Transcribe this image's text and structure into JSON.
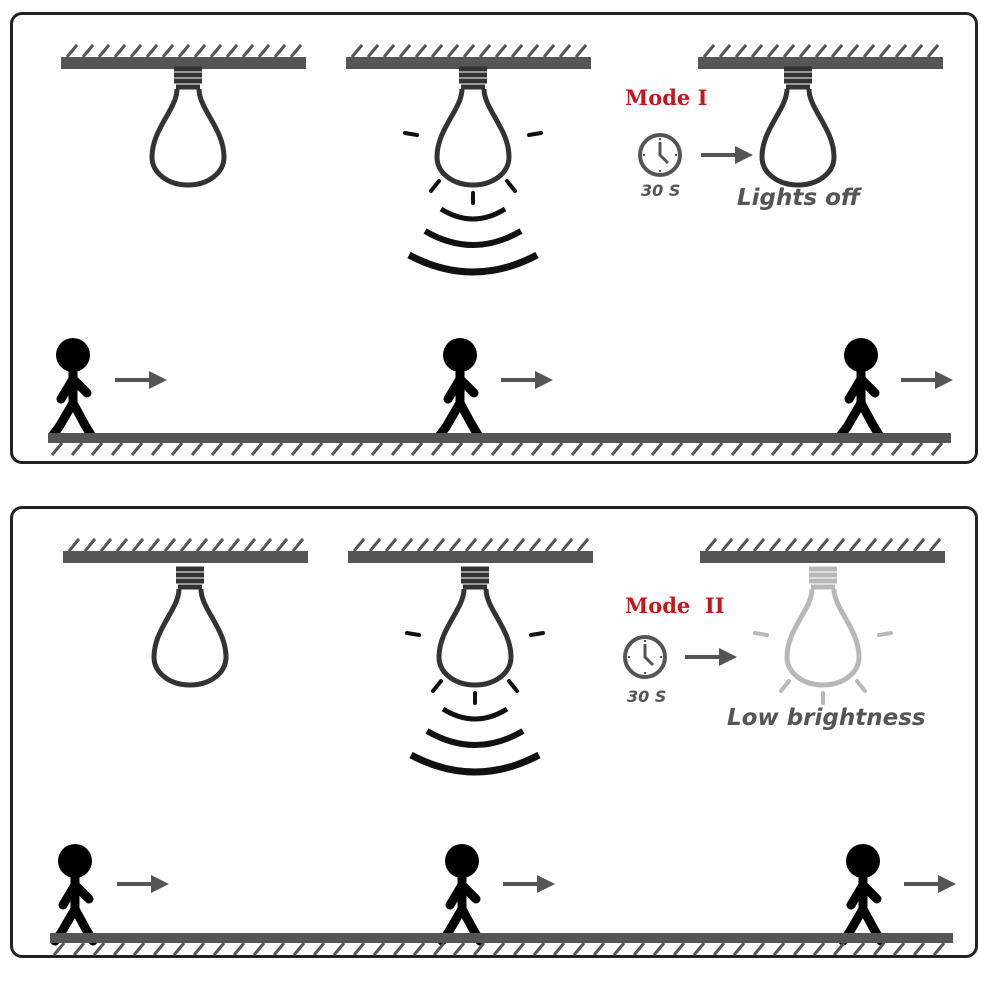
{
  "panels": [
    {
      "mode_label": "Mode I",
      "timer_label": "30 S",
      "result_label": "Lights off",
      "final_state": "off"
    },
    {
      "mode_label": "Mode  II",
      "timer_label": "30 S",
      "result_label": "Low brightness",
      "final_state": "dim"
    }
  ],
  "icons": {
    "ceiling": "hatched-ceiling",
    "bulb": "light-bulb-icon",
    "sensor_waves": "motion-sensor-waves",
    "timer": "clock-icon",
    "person": "walking-person-icon",
    "arrow": "right-arrow-icon",
    "floor": "hatched-floor"
  },
  "colors": {
    "mode_title": "#c8161d",
    "ink": "#222222",
    "gray": "#555555",
    "dim_bulb": "#b8b8b8"
  }
}
